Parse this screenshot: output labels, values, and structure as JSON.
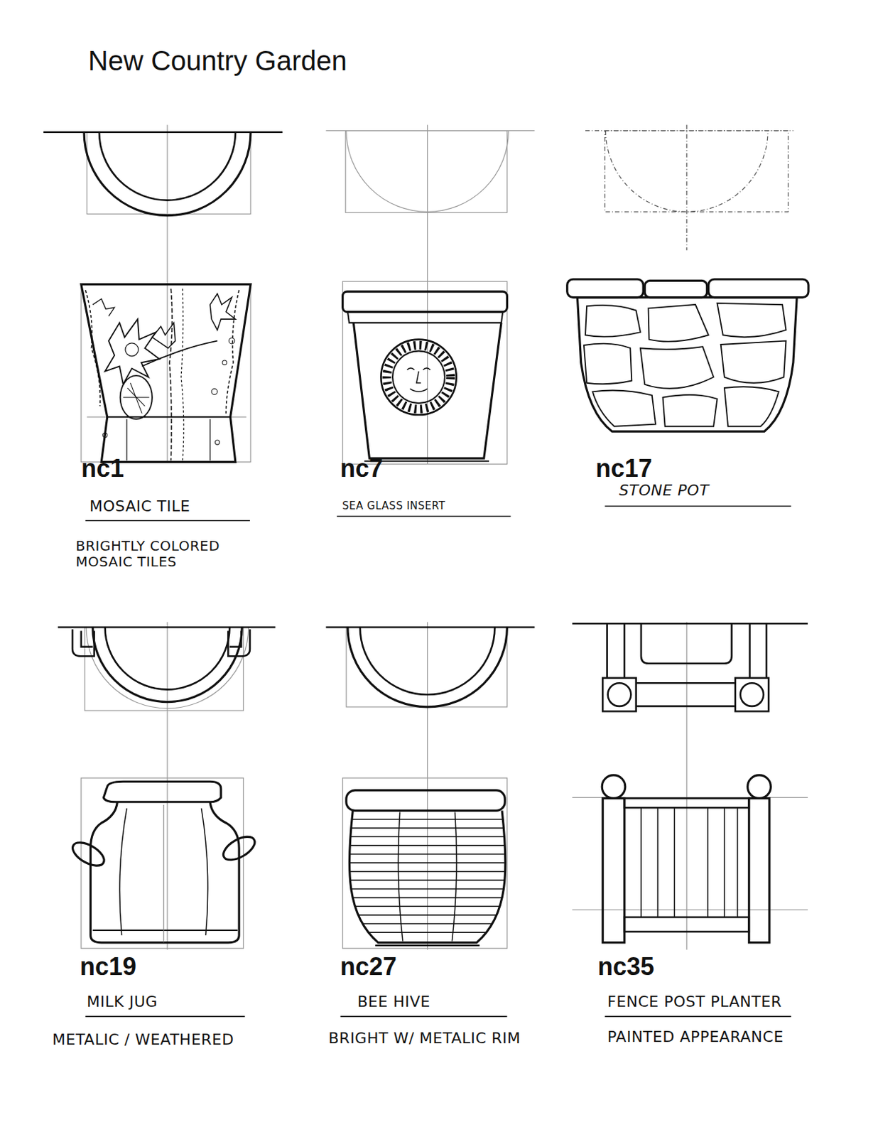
{
  "diagram": {
    "title": "New Country Garden",
    "labels": [
      "nc1",
      "MOSAIC TILE",
      "BRIGHTLY COLORED MOSAIC TILES",
      "nc7",
      "SEA GLASS INSERT",
      "nc17",
      "STONE POT",
      "nc19",
      "MILK JUG",
      "METALIC / WEATHERED",
      "nc27",
      "BEE HIVE",
      "BRIGHT W/ METALIC RIM",
      "nc35",
      "FENCE POST PLANTER",
      "PAINTED APPEARANCE"
    ]
  }
}
